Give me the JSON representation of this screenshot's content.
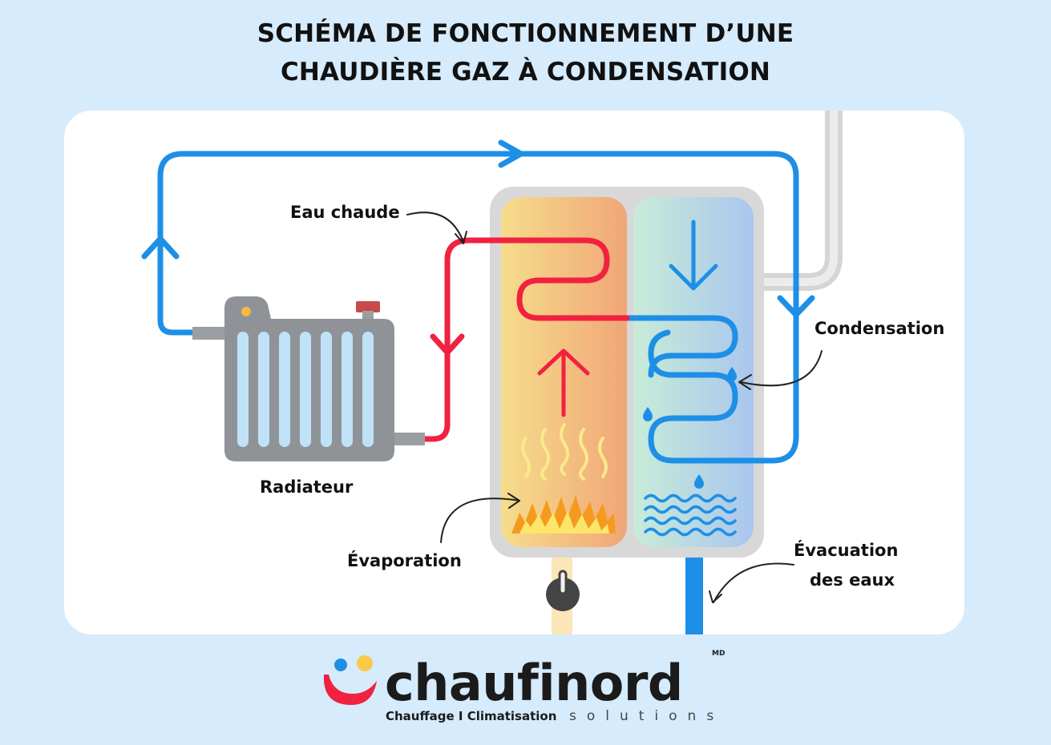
{
  "title": {
    "line1": "SCHÉMA DE FONCTIONNEMENT D’UNE",
    "line2": "CHAUDIÈRE GAZ À CONDENSATION"
  },
  "labels": {
    "eau_chaude": "Eau chaude",
    "radiateur": "Radiateur",
    "condensation": "Condensation",
    "evaporation": "Évaporation",
    "evacuation_line1": "Évacuation",
    "evacuation_line2": "des eaux"
  },
  "brand": {
    "name": "chaufinord",
    "mark": "MD",
    "tagline": "Chauffage I Climatisation",
    "solutions": "solutions"
  },
  "colors": {
    "background": "#d6ebfc",
    "hot_pipe": "#f02240",
    "cold_pipe": "#1e8fe6",
    "radiator": "#8f9397"
  }
}
